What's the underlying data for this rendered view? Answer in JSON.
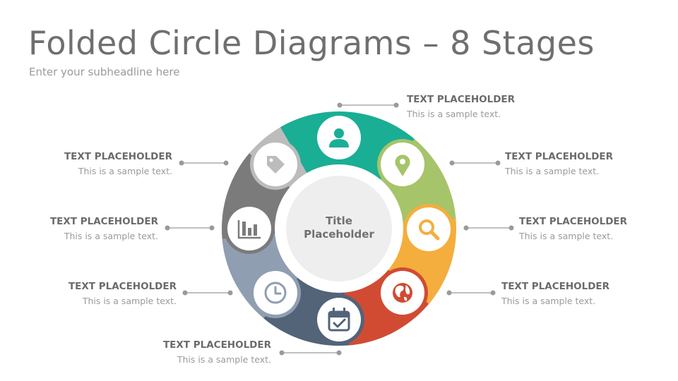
{
  "title": "Folded Circle Diagrams – 8 Stages",
  "subtitle": "Enter your subheadline here",
  "center": {
    "line1": "Title",
    "line2": "Placeholder"
  },
  "stages": [
    {
      "heading": "TEXT PLACEHOLDER",
      "text": "This is a sample text.",
      "color": "#1aae95",
      "icon": "user-icon"
    },
    {
      "heading": "TEXT PLACEHOLDER",
      "text": "This is a sample text.",
      "color": "#a6c46a",
      "icon": "map-pin-icon"
    },
    {
      "heading": "TEXT PLACEHOLDER",
      "text": "This is a sample text.",
      "color": "#f4ae3d",
      "icon": "search-icon"
    },
    {
      "heading": "TEXT PLACEHOLDER",
      "text": "This is a sample text.",
      "color": "#d14b33",
      "icon": "globe-icon"
    },
    {
      "heading": "TEXT PLACEHOLDER",
      "text": "This is a sample text.",
      "color": "#536378",
      "icon": "calendar-icon"
    },
    {
      "heading": "TEXT PLACEHOLDER",
      "text": "This is a sample text.",
      "color": "#8f9eb1",
      "icon": "clock-icon"
    },
    {
      "heading": "TEXT PLACEHOLDER",
      "text": "This is a sample text.",
      "color": "#7b7b7b",
      "icon": "bar-chart-icon"
    },
    {
      "heading": "TEXT PLACEHOLDER",
      "text": "This is a sample text.",
      "color": "#bcbcbc",
      "icon": "tag-icon"
    }
  ]
}
